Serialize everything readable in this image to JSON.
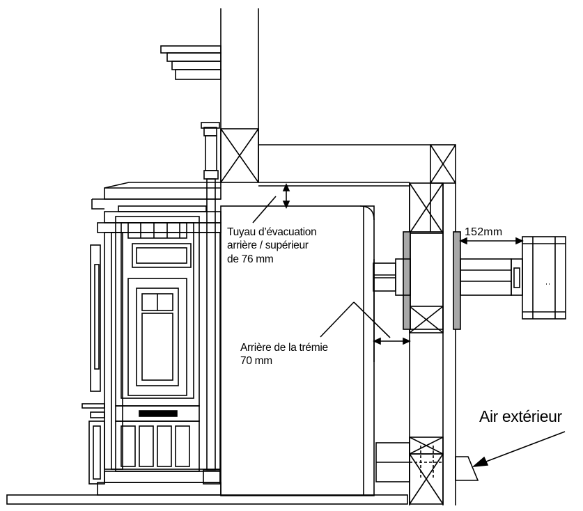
{
  "colors": {
    "line": "#000000",
    "background": "#ffffff",
    "wall_sleeve": "#a8a8a8"
  },
  "labels": {
    "rear_top_exhaust": {
      "line1": "Tuyau d’évacuation",
      "line2": "arrière / supérieur",
      "line3": "de 76 mm"
    },
    "hopper_rear": {
      "line1": "Arrière de la trémie",
      "line2": "70 mm"
    },
    "clearance": "152mm",
    "outside_air": "Air extérieur"
  }
}
